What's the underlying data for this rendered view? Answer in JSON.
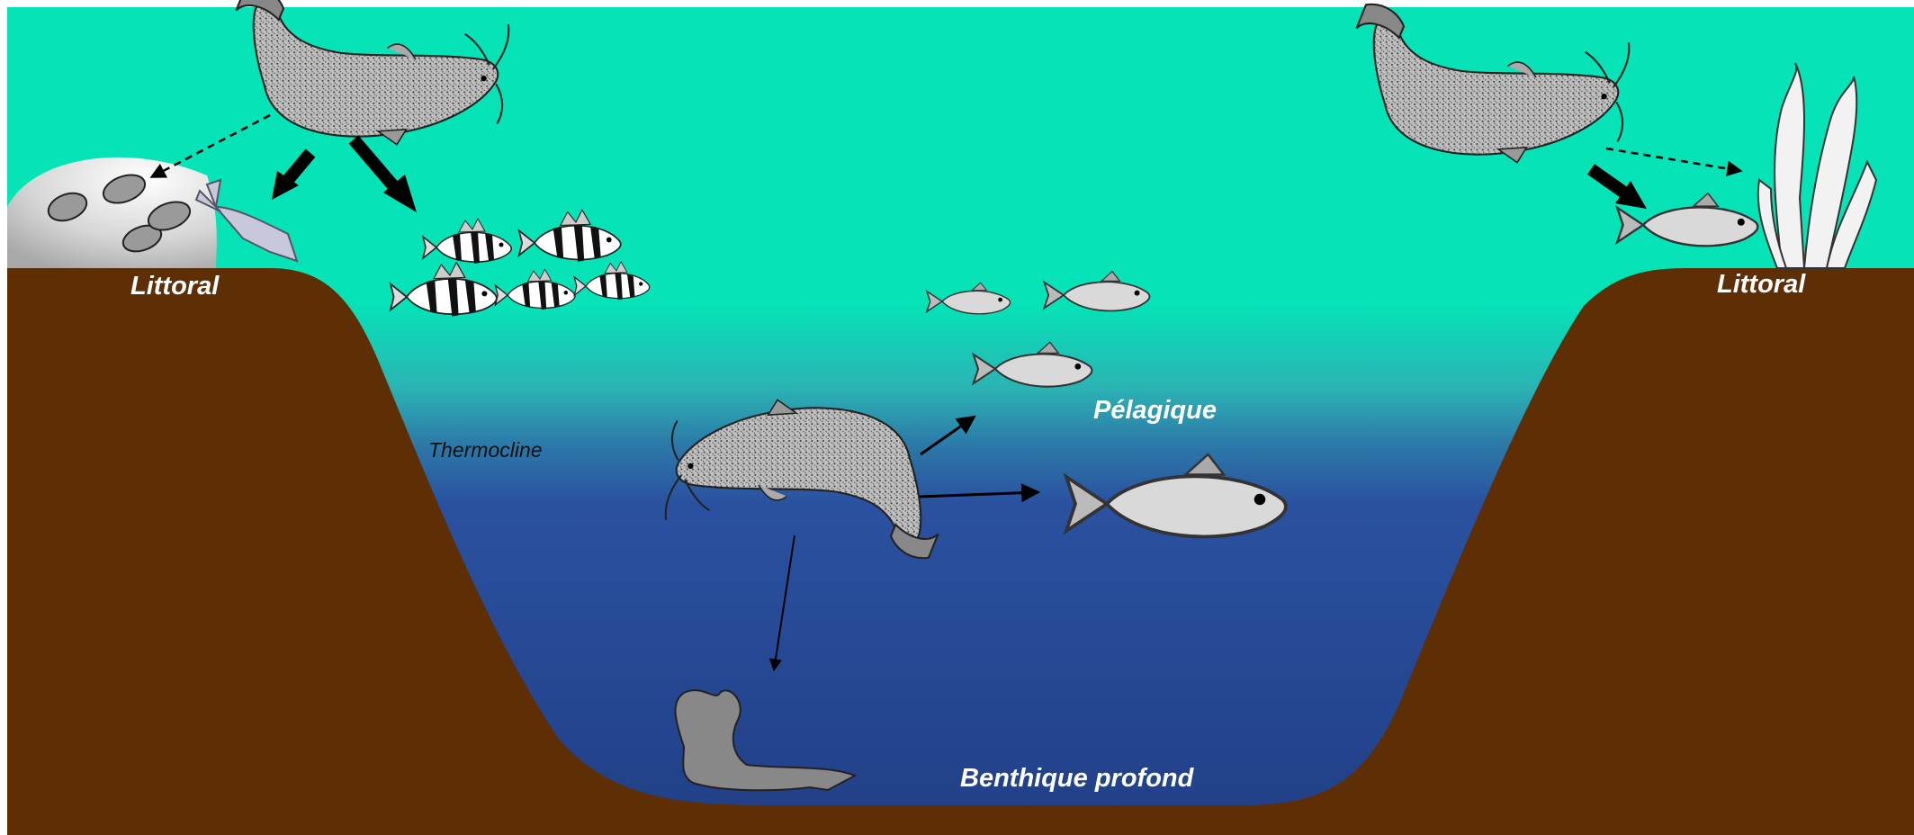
{
  "labels": {
    "littoral_left": "Littoral",
    "littoral_right": "Littoral",
    "pelagic": "Pélagique",
    "thermocline": "Thermocline",
    "deep_benthic": "Benthique profond"
  },
  "colors": {
    "surface_water": "#05E3B7",
    "deep_water": "#23488F",
    "sediment": "#5E2E05",
    "shell_zone": "#D8D8D8"
  },
  "icons": {
    "predator": "catfish-icon",
    "prey_left": [
      "mussel-icon",
      "crayfish-icon",
      "perch-icon"
    ],
    "prey_right": [
      "roach-icon",
      "aquatic-plant-icon"
    ],
    "prey_center": [
      "whitefish-icon",
      "burbot-icon"
    ]
  }
}
